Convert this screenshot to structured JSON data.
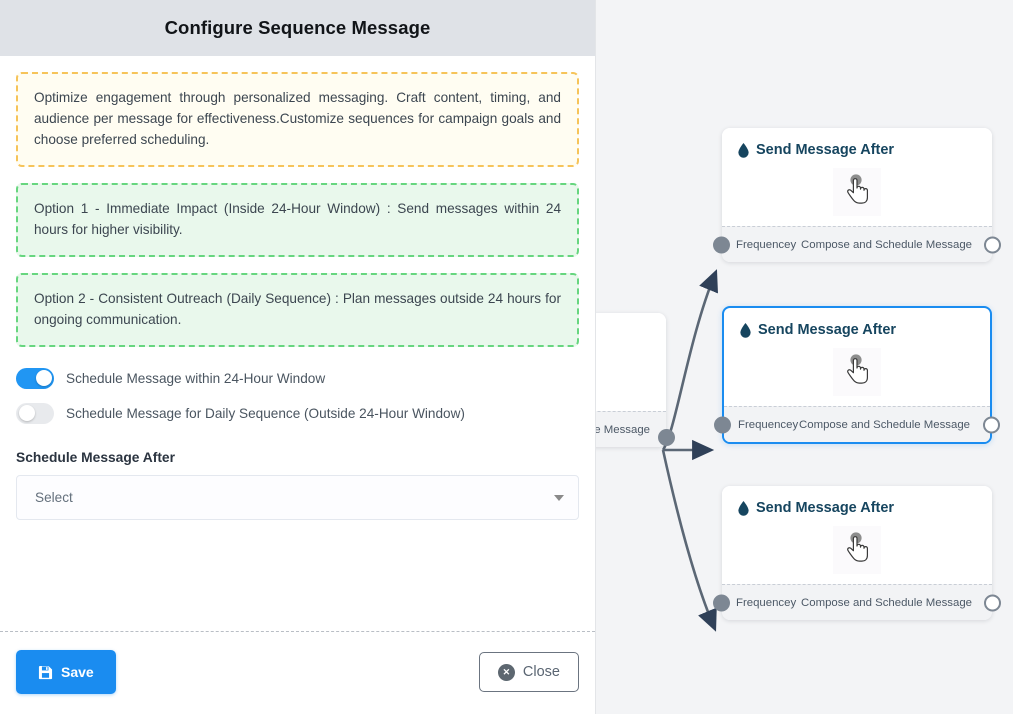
{
  "panel": {
    "title": "Configure Sequence Message",
    "info_note": "Optimize engagement through personalized messaging. Craft content, timing, and audience per message for effectiveness.Customize sequences for campaign goals and choose preferred scheduling.",
    "option_1": "Option 1 - Immediate Impact (Inside 24-Hour Window) : Send messages within 24 hours for higher visibility.",
    "option_2": "Option 2 - Consistent Outreach (Daily Sequence) : Plan messages outside 24 hours for ongoing communication.",
    "toggles": [
      {
        "label": "Schedule Message within 24-Hour Window",
        "state": "on"
      },
      {
        "label": "Schedule Message for Daily Sequence (Outside 24-Hour Window)",
        "state": "off"
      }
    ],
    "schedule_field": {
      "label": "Schedule Message After",
      "value": "Select",
      "caret_icon": "chevron-down-icon"
    },
    "buttons": {
      "save": "Save",
      "close": "Close",
      "save_icon": "floppy-disk-icon",
      "close_icon": "close-circle-icon"
    },
    "colors": {
      "header_bg": "#dfe2e7",
      "accent_blue": "#1a8cf0",
      "warn_border": "#f6c45a",
      "warn_bg": "#fffdf2",
      "ok_border": "#67d67f",
      "ok_bg": "#e9f8ec",
      "toggle_on": "#2196f3",
      "toggle_off": "#e8eaed"
    }
  },
  "canvas": {
    "background": "#f3f4f6",
    "partial_node": {
      "footer_right": "ce Message"
    },
    "nodes": [
      {
        "title": "Send Message After",
        "title_icon": "droplet-icon",
        "body_icon": "pointing-hand-cursor-icon",
        "footer_left": "Frequencey",
        "footer_right": "Compose and Schedule Message",
        "selected": false
      },
      {
        "title": "Send Message After",
        "title_icon": "droplet-icon",
        "body_icon": "pointing-hand-cursor-icon",
        "footer_left": "Frequencey",
        "footer_right": "Compose and Schedule Message",
        "selected": true
      },
      {
        "title": "Send Message After",
        "title_icon": "droplet-icon",
        "body_icon": "pointing-hand-cursor-icon",
        "footer_left": "Frequencey",
        "footer_right": "Compose and Schedule Message",
        "selected": false
      }
    ]
  }
}
